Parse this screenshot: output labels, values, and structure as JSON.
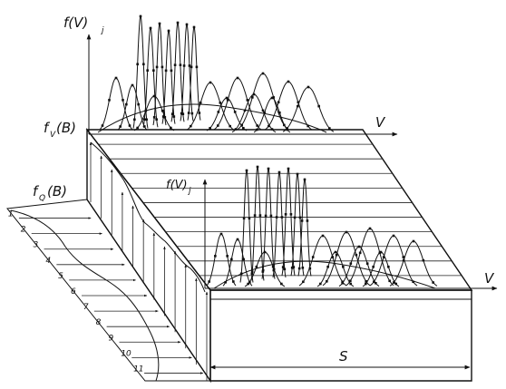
{
  "labels": {
    "f_v_j_top": "f(V)",
    "f_v_j_top_sub": "j",
    "f_v_b": "f",
    "f_v_b_sub": "V",
    "f_v_b_arg": "(B)",
    "f_q_b": "f",
    "f_q_b_sub": "Q",
    "f_q_b_arg": "(B)",
    "v_top": "V",
    "v_right": "V",
    "f_v_j_mid": "f(V)",
    "f_v_j_mid_sub": "j",
    "s_label": "S"
  },
  "rows": [
    "1",
    "2",
    "3",
    "4",
    "5",
    "6",
    "7",
    "8",
    "9",
    "10",
    "11"
  ],
  "icons": {
    "arrow": "arrowhead-icon"
  }
}
